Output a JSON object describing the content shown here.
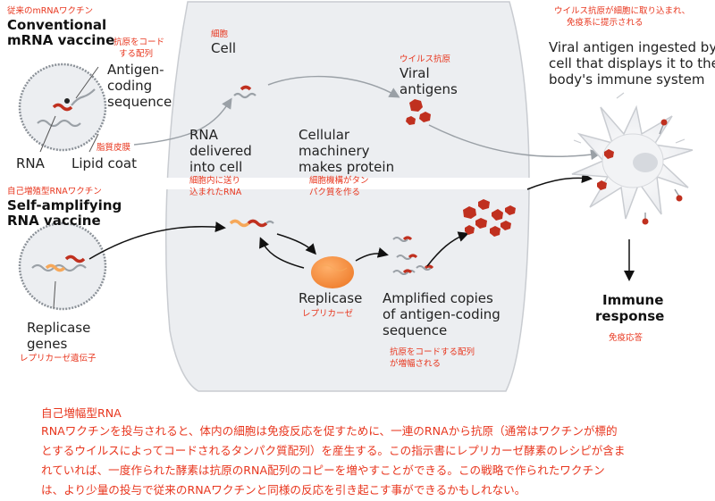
{
  "conventional": {
    "jp_title": "従来のmRNAワクチン",
    "title_line1": "Conventional",
    "title_line2": "mRNA vaccine",
    "jp_antigen_code": [
      "抗原をコード",
      "する配列"
    ],
    "antigen_coding": [
      "Antigen-",
      "coding",
      "sequence"
    ],
    "rna": "RNA",
    "lipid_coat": "Lipid coat",
    "jp_lipid": "脂質皮膜"
  },
  "self_amplifying": {
    "jp_title": "自己増殖型RNAワクチン",
    "title_line1": "Self-amplifying",
    "title_line2": "RNA vaccine",
    "replicase_genes": [
      "Replicase",
      "genes"
    ],
    "jp_replicase_genes": "レプリカーゼ遺伝子"
  },
  "cell": {
    "jp_label": "細胞",
    "label": "Cell",
    "rna_delivered": [
      "RNA",
      "delivered",
      "into cell"
    ],
    "jp_rna_delivered": [
      "細胞内に送り",
      "込まれたRNA"
    ],
    "machinery": [
      "Cellular",
      "machinery",
      "makes protein"
    ],
    "jp_machinery": [
      "細胞機構がタン",
      "パク質を作る"
    ],
    "viral_antigens": [
      "Viral",
      "antigens"
    ],
    "jp_viral_antigens": "ウイルス抗原",
    "replicase": "Replicase",
    "jp_replicase": "レプリカーゼ",
    "amplified": [
      "Amplified copies",
      "of antigen-coding",
      "sequence"
    ],
    "jp_amplified": [
      "抗原をコードする配列",
      "が増幅される"
    ]
  },
  "immune": {
    "jp_ingested": [
      "ウイルス抗原が細胞に取り込まれ、",
      "免疫系に提示される"
    ],
    "ingested": [
      "Viral antigen ingested by",
      "cell that displays it to the",
      "body's immune system"
    ],
    "response_line1": "Immune",
    "response_line2": "response",
    "jp_response": "免疫応答"
  },
  "footer": {
    "heading": "自己増幅型RNA",
    "lines": [
      "RNAワクチンを投与されると、体内の細胞は免疫反応を促すために、一連のRNAから抗原（通常はワクチンが標的",
      "とするウイルスによってコードされるタンパク質配列）を産生する。この指示書にレプリカーゼ酵素のレシピが含ま",
      "れていれば、一度作られた酵素は抗原のRNA配列のコピーを増やすことができる。この戦略で作られたワクチン",
      "は、より少量の投与で従来のRNAワクチンと同様の反応を引き起こす事ができるかもしれない。"
    ]
  },
  "colors": {
    "accent_red": "#e8361e",
    "antigen_red": "#c0301f",
    "replicase_orange": "#f08a3c",
    "cell_fill": "#eceef1",
    "membrane_grey": "#9aa0a6"
  }
}
